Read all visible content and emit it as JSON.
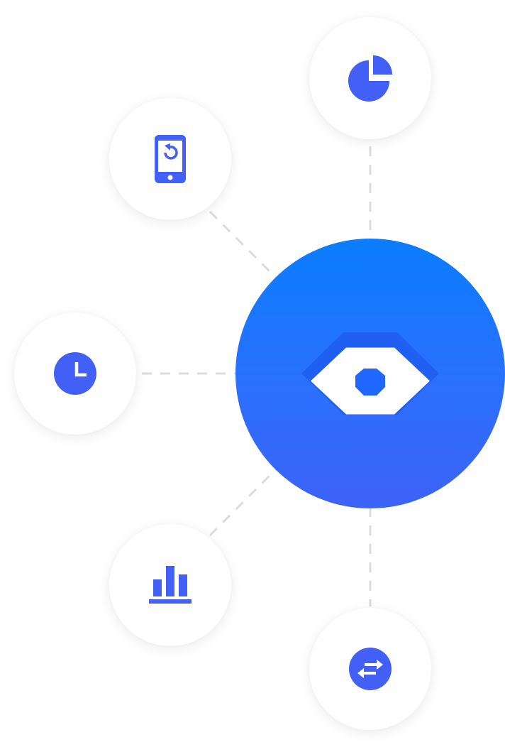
{
  "colors": {
    "icon_blue": "#4260f5",
    "hub_top": "#0b7dff",
    "hub_bottom": "#3d62f6",
    "connector": "#dcdcdc",
    "node_bg": "#ffffff"
  },
  "hub": {
    "icon": "eye-icon"
  },
  "nodes": [
    {
      "id": "pie",
      "icon": "pie-chart-icon"
    },
    {
      "id": "mobile",
      "icon": "mobile-sync-icon"
    },
    {
      "id": "clock",
      "icon": "clock-icon"
    },
    {
      "id": "bars",
      "icon": "bar-chart-icon"
    },
    {
      "id": "exchange",
      "icon": "exchange-icon"
    }
  ]
}
